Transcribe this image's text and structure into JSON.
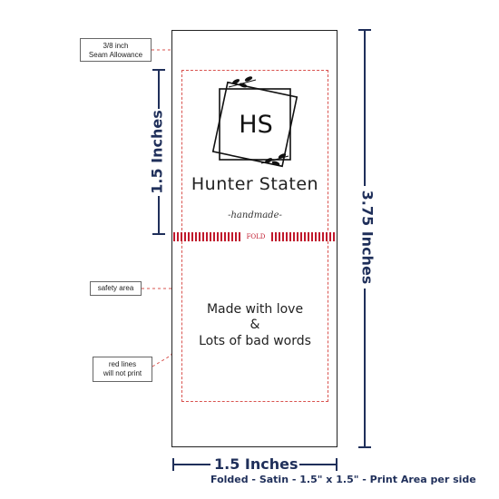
{
  "callouts": {
    "seam_fraction": "3/8",
    "seam_inch": "inch",
    "seam_label": "Seam Allowance",
    "safety": "safety area",
    "red_lines_1": "red lines",
    "red_lines_2": "will not print"
  },
  "dimensions": {
    "fold_height": "1.5 Inches",
    "total_height": "3.75 Inches",
    "width": "1.5 Inches"
  },
  "label": {
    "monogram": "HS",
    "brand": "Hunter Staten",
    "tagline": "-handmade-",
    "fold": "FOLD",
    "message_line1": "Made with love",
    "message_line2": "&",
    "message_line3": "Lots of bad words"
  },
  "footer": "Folded - Satin - 1.5\" x 1.5\" - Print Area per side",
  "colors": {
    "dimension": "#1f2f5a",
    "fold_stripe": "#c0182c",
    "safe_line": "#d9534f"
  }
}
